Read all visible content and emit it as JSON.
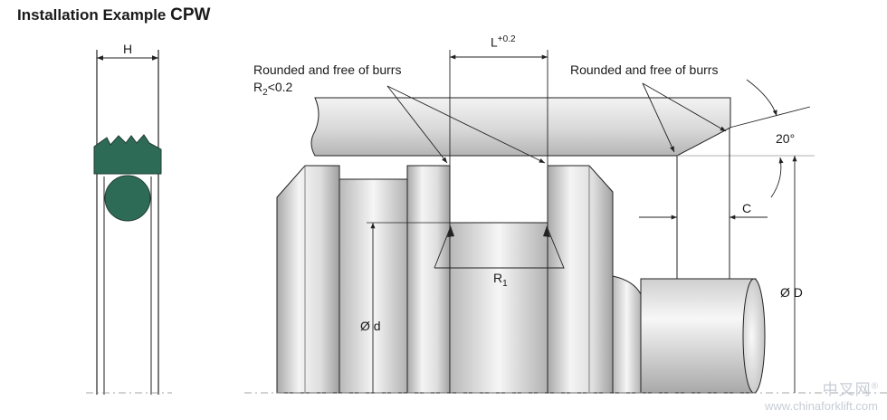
{
  "title": {
    "main": "Installation Example",
    "model": "CPW"
  },
  "labels": {
    "H": "H",
    "L": "L",
    "L_tol": "+0.2",
    "rounded_left": "Rounded and free of burrs",
    "R2_base": "R",
    "R2_sub": "2",
    "R2_rest": "<0.2",
    "rounded_right": "Rounded and free of burrs",
    "angle": "20°",
    "C": "C",
    "R1_base": "R",
    "R1_sub": "1",
    "d": "Ø d",
    "D": "Ø D"
  },
  "watermark": {
    "cn": "中叉网",
    "reg": "®",
    "url": "www.chinaforklift.com"
  },
  "colors": {
    "seal": "#2e6b57",
    "metal_light": "#f2f2f2",
    "metal_dark": "#a9a9a9",
    "line": "#222222"
  }
}
